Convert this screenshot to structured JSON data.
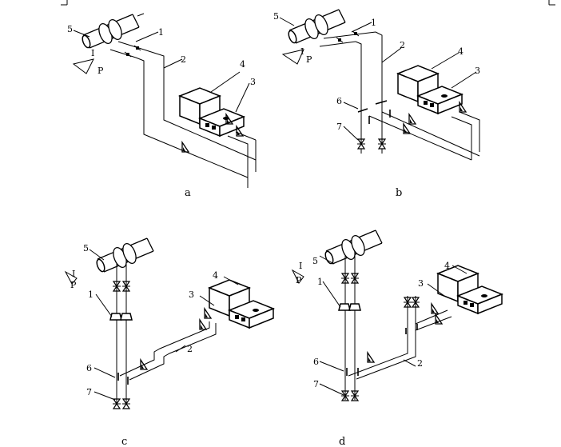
{
  "panels": [
    {
      "caption": "a",
      "labels": {
        "n1": "1",
        "n2": "2",
        "n3": "3",
        "n4": "4",
        "n5": "5",
        "sym": "I",
        "sym2": "P"
      }
    },
    {
      "caption": "b",
      "labels": {
        "n1": "1",
        "n2": "2",
        "n3": "3",
        "n4": "4",
        "n5": "5",
        "n6": "6",
        "n7": "7",
        "sym": "I",
        "sym2": "P"
      }
    },
    {
      "caption": "c",
      "labels": {
        "n1": "1",
        "n2": "2",
        "n3": "3",
        "n4": "4",
        "n5": "5",
        "n6": "6",
        "n7": "7",
        "sym": "I",
        "sym2": "P"
      }
    },
    {
      "caption": "d",
      "labels": {
        "n1": "1",
        "n2": "2",
        "n3": "3",
        "n4": "4",
        "n5": "5",
        "n6": "6",
        "n7": "7",
        "sym": "I",
        "sym2": "P"
      }
    }
  ]
}
